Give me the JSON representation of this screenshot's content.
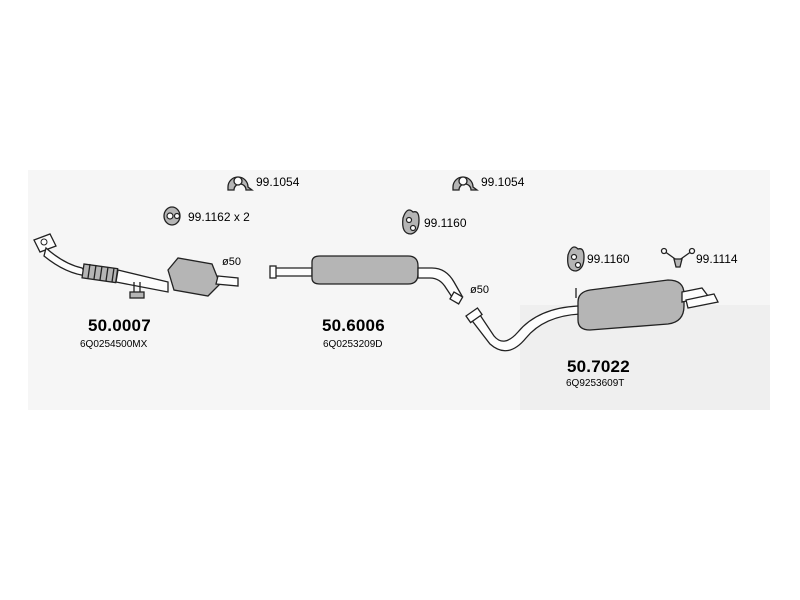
{
  "accessories": {
    "clamp_a": "99.1054",
    "clamp_b": "99.1054",
    "rubber_mount_a": "99.1162 x 2",
    "rubber_mount_b": "99.1160",
    "rubber_mount_c": "99.1160",
    "bracket": "99.1114"
  },
  "parts": [
    {
      "number": "50.0007",
      "oem": "6Q0254500MX",
      "diameter": "ø50"
    },
    {
      "number": "50.6006",
      "oem": "6Q0253209D",
      "diameter": "ø50"
    },
    {
      "number": "50.7022",
      "oem": "6Q9253609T"
    }
  ],
  "colors": {
    "body": "#b5b5b5",
    "outline": "#222222",
    "background": "#ffffff",
    "panel": "#f4f4f4"
  }
}
